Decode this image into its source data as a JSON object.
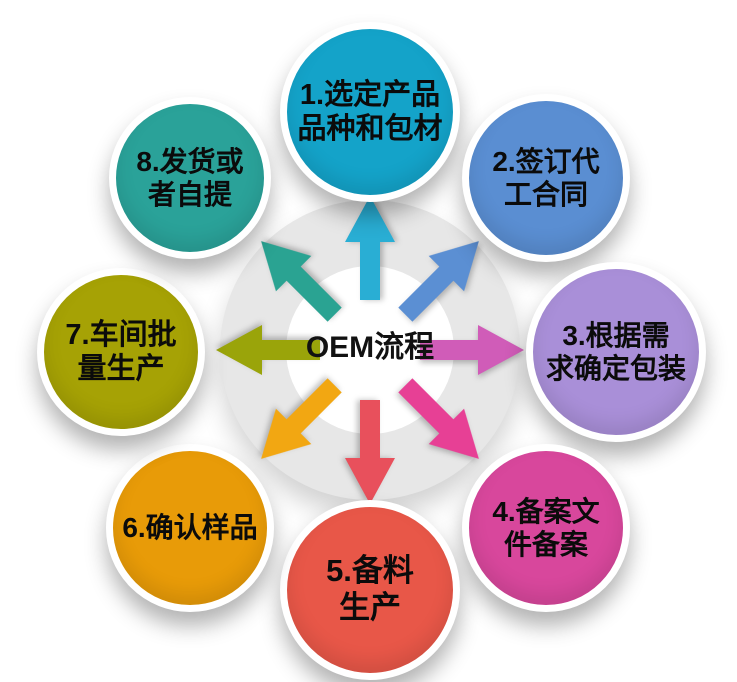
{
  "center": {
    "label": "OEM流程"
  },
  "steps": [
    {
      "label": "1.选定产品\n品种和包材",
      "color": "#14a3c9",
      "position": "top"
    },
    {
      "label": "2.签订代\n工合同",
      "color": "#5a8ed2",
      "position": "top-right"
    },
    {
      "label": "3.根据需\n求确定包装",
      "color": "#a98fd8",
      "position": "right"
    },
    {
      "label": "4.备案文\n件备案",
      "color": "#d8479c",
      "position": "bottom-right"
    },
    {
      "label": "5.备料\n生产",
      "color": "#e85748",
      "position": "bottom"
    },
    {
      "label": "6.确认样品",
      "color": "#e89b08",
      "position": "bottom-left"
    },
    {
      "label": "7.车间批\n量生产",
      "color": "#a6a205",
      "position": "left"
    },
    {
      "label": "8.发货或\n者自提",
      "color": "#2aa299",
      "position": "top-left"
    }
  ],
  "arrows": [
    {
      "direction": "up",
      "color": "#29aed4"
    },
    {
      "direction": "up-right",
      "color": "#5b8fd3"
    },
    {
      "direction": "right",
      "color": "#d05cb8"
    },
    {
      "direction": "down-right",
      "color": "#e74095"
    },
    {
      "direction": "down",
      "color": "#e8505c"
    },
    {
      "direction": "down-left",
      "color": "#f2a712"
    },
    {
      "direction": "left",
      "color": "#9aa40a"
    },
    {
      "direction": "up-left",
      "color": "#2aa392"
    }
  ]
}
